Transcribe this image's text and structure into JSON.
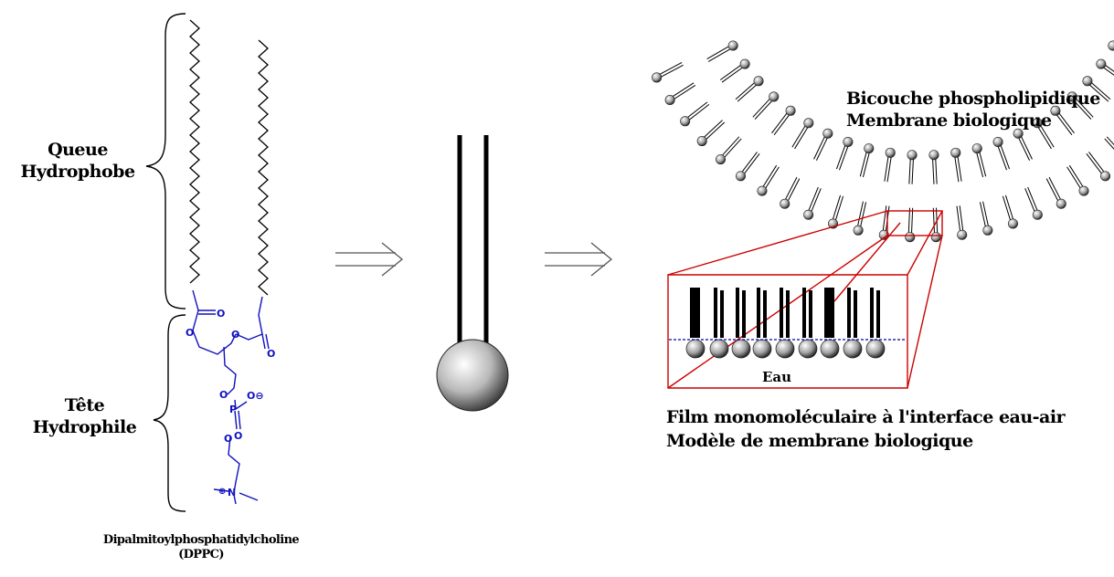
{
  "labels": {
    "tail_line1": "Queue",
    "tail_line2": "Hydrophobe",
    "head_line1": "Tête",
    "head_line2": "Hydrophile",
    "molecule_line1": "Dipalmitoylphosphatidylcholine",
    "molecule_line2": "(DPPC)",
    "bilayer_line1": "Bicouche phospholipidique",
    "bilayer_line2": "Membrane biologique",
    "water": "Eau",
    "film_line1": "Film monomoléculaire à l'interface eau-air",
    "film_line2": "Modèle de membrane biologique"
  },
  "atoms": {
    "oxygen": "O",
    "phosphorus": "P",
    "nitrogen": "N",
    "negative": "O⊖",
    "positive": "⊕"
  },
  "colors": {
    "head_group": "#1010c0",
    "zoom_lines": "#cc0000",
    "text": "#000000",
    "water_line": "#000099"
  },
  "icons": {
    "arrow": "double-right-arrow-icon",
    "brace": "curly-brace-icon"
  }
}
